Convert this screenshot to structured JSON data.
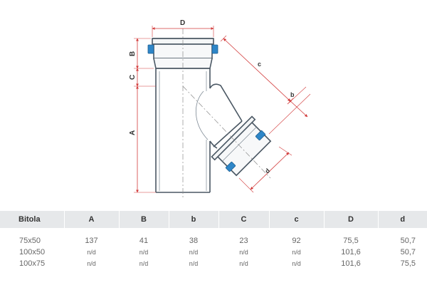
{
  "diagram": {
    "dimension_labels": {
      "D": "D",
      "B": "B",
      "C": "C",
      "A": "A",
      "c": "c",
      "b": "b",
      "d": "d"
    },
    "colors": {
      "pipe_outline": "#4a5763",
      "seal_blue": "#2e86c8",
      "dimension_red": "#d23a3a",
      "centerline": "#8a8a8a"
    }
  },
  "table": {
    "headers": [
      "Bitola",
      "A",
      "B",
      "b",
      "C",
      "c",
      "D",
      "d"
    ],
    "rows": [
      [
        "75x50",
        "137",
        "41",
        "38",
        "23",
        "92",
        "75,5",
        "50,7"
      ],
      [
        "100x50",
        "n/d",
        "n/d",
        "n/d",
        "n/d",
        "n/d",
        "101,6",
        "50,7"
      ],
      [
        "100x75",
        "n/d",
        "n/d",
        "n/d",
        "n/d",
        "n/d",
        "101,6",
        "75,5"
      ]
    ]
  }
}
